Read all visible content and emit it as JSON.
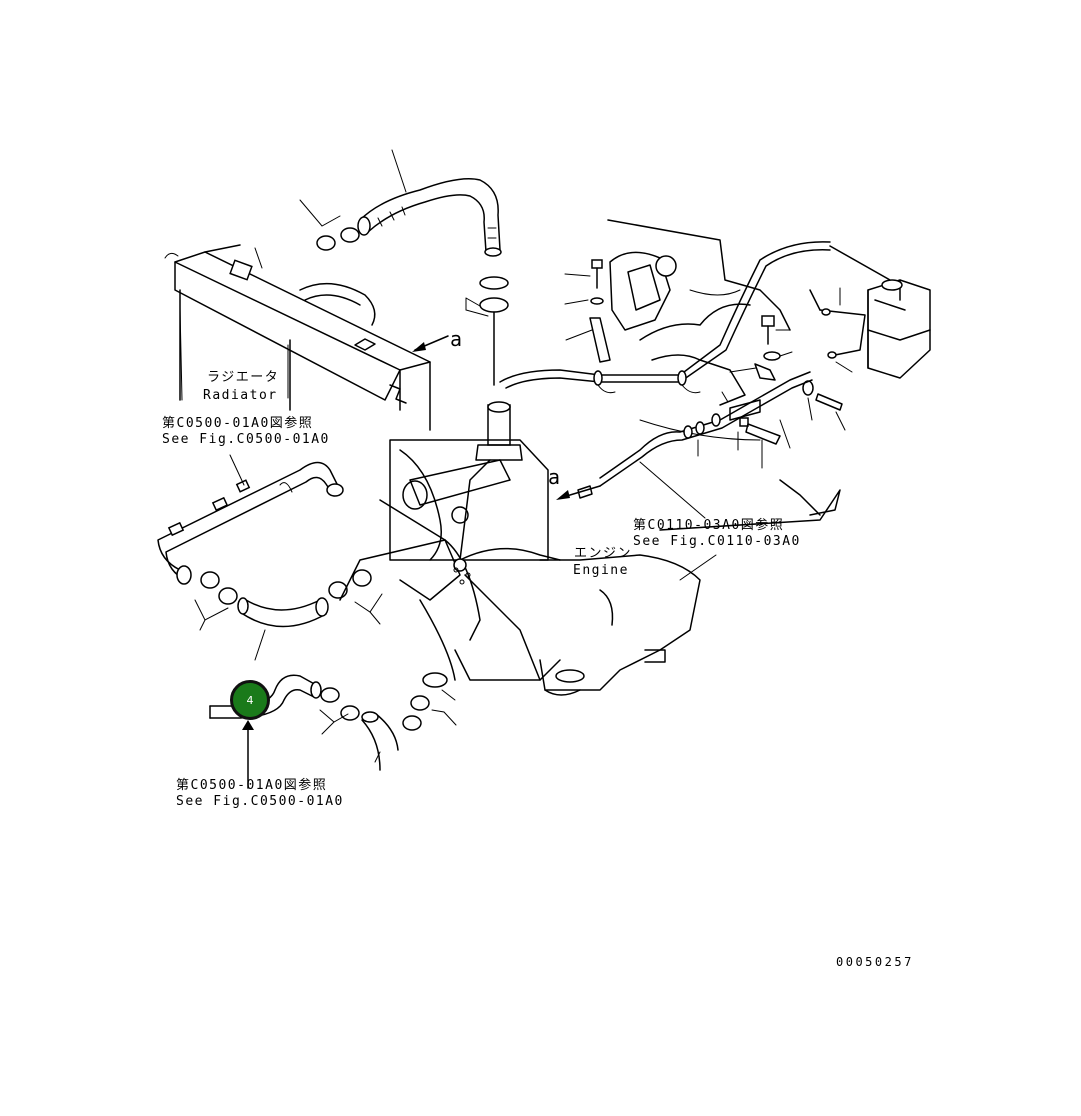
{
  "labels": {
    "radiator_jp": "ラジエータ",
    "radiator_en": "Radiator",
    "engine_jp": "エンジン",
    "engine_en": "Engine",
    "ref_top_jp": "第C0500-01A0図参照",
    "ref_top_en": "See Fig.C0500-01A0",
    "ref_right_jp": "第C0110-03A0図参照",
    "ref_right_en": "See Fig.C0110-03A0",
    "ref_bottom_jp": "第C0500-01A0図参照",
    "ref_bottom_en": "See Fig.C0500-01A0",
    "marker_a": "a"
  },
  "callout": {
    "number": "4",
    "color": "#1a7a1a"
  },
  "figure_number": "00050257"
}
